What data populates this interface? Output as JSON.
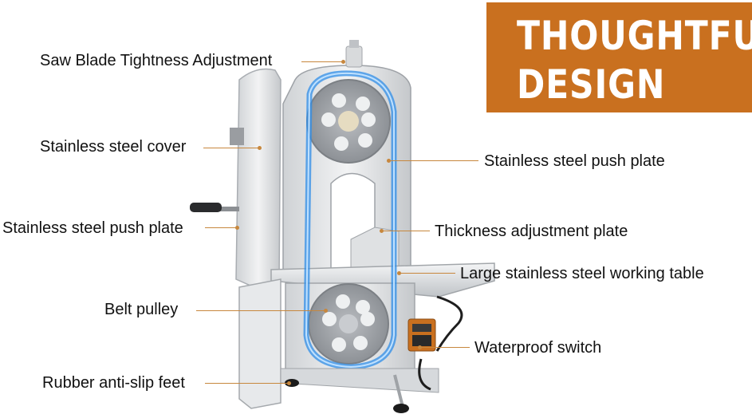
{
  "title": {
    "line1": "THOUGHTFUL",
    "line2": "DESIGN"
  },
  "labels": {
    "saw_blade_tightness": "Saw Blade Tightness Adjustment",
    "stainless_cover": "Stainless steel cover",
    "push_plate_left": "Stainless steel push plate",
    "belt_pulley": "Belt pulley",
    "rubber_feet": "Rubber anti-slip feet",
    "push_plate_right": "Stainless steel push plate",
    "thickness_plate": "Thickness adjustment plate",
    "working_table": "Large stainless steel working table",
    "waterproof_switch": "Waterproof switch"
  },
  "colors": {
    "accent": "#c9701f",
    "leader": "#c7873d",
    "blade_glow": "#2f8ee8",
    "steel": "#e4e6e8",
    "switch": "#c9701f"
  }
}
